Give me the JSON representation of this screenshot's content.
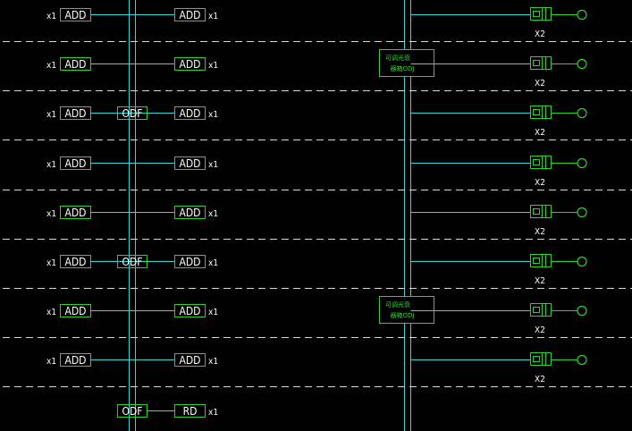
{
  "rows": [
    {
      "left_label": "x1",
      "left_box": "ADD",
      "mid_box": "",
      "right_box": "ADD",
      "right_label": "x1",
      "rack_box": null,
      "x2_label": "X2"
    },
    {
      "left_label": "x1",
      "left_box": "ADD",
      "mid_box": "",
      "right_box": "ADD",
      "right_label": "x1",
      "rack_box": {
        "line1": "可调光衰",
        "line2": "器箱ODJ"
      },
      "x2_label": "X2"
    },
    {
      "left_label": "x1",
      "left_box": "ADD",
      "mid_box": "ODF",
      "right_box": "ADD",
      "right_label": "x1",
      "rack_box": null,
      "x2_label": "X2"
    },
    {
      "left_label": "x1",
      "left_box": "ADD",
      "mid_box": "",
      "right_box": "ADD",
      "right_label": "x1",
      "rack_box": null,
      "x2_label": "X2"
    },
    {
      "left_label": "x1",
      "left_box": "ADD",
      "mid_box": "",
      "right_box": "ADD",
      "right_label": "x1",
      "rack_box": null,
      "x2_label": "X2"
    },
    {
      "left_label": "x1",
      "left_box": "ADD",
      "mid_box": "ODF",
      "right_box": "ADD",
      "right_label": "x1",
      "rack_box": null,
      "x2_label": "X2"
    },
    {
      "left_label": "x1",
      "left_box": "ADD",
      "mid_box": "",
      "right_box": "ADD",
      "right_label": "x1",
      "rack_box": {
        "line1": "可调光衰",
        "line2": "器箱ODJ"
      },
      "x2_label": "X2"
    },
    {
      "left_label": "x1",
      "left_box": "ADD",
      "mid_box": "",
      "right_box": "ADD",
      "right_label": "x1",
      "rack_box": null,
      "x2_label": "X2"
    }
  ],
  "bottom_row": {
    "mid_box": "ODF",
    "right_box": "RD",
    "right_label": "x1"
  },
  "colors": {
    "background": "#000000",
    "trunk_line": "#37d6d6",
    "box_outline": "#2bd42b",
    "separator": "#d8d8d8",
    "text": "#ffffff"
  }
}
